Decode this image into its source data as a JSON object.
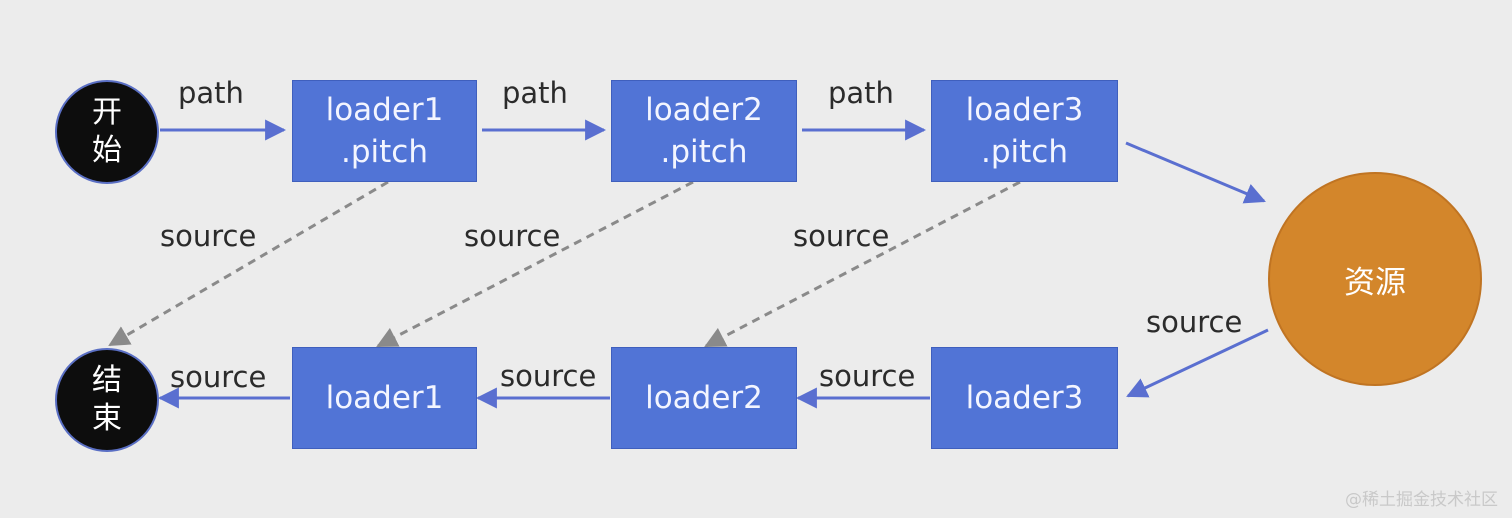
{
  "nodes": {
    "start_line1": "开",
    "start_line2": "始",
    "end_line1": "结",
    "end_line2": "束",
    "resource": "资源",
    "pitch1_line1": "loader1",
    "pitch1_line2": ".pitch",
    "pitch2_line1": "loader2",
    "pitch2_line2": ".pitch",
    "pitch3_line1": "loader3",
    "pitch3_line2": ".pitch",
    "normal1": "loader1",
    "normal2": "loader2",
    "normal3": "loader3"
  },
  "labels": {
    "path1": "path",
    "path2": "path",
    "path3": "path",
    "dash_source1": "source",
    "dash_source2": "source",
    "dash_source3": "source",
    "resource_source": "source",
    "back_source1": "source",
    "back_source2": "source",
    "back_source3": "source"
  },
  "watermark": "@稀土掘金技术社区",
  "colors": {
    "background": "#ececec",
    "loader_box": "#5174d6",
    "arrow": "#5a6fd0",
    "dashed_arrow": "#8a8a8a",
    "start_end_circle": "#0d0d0d",
    "resource_circle": "#d3862b"
  }
}
